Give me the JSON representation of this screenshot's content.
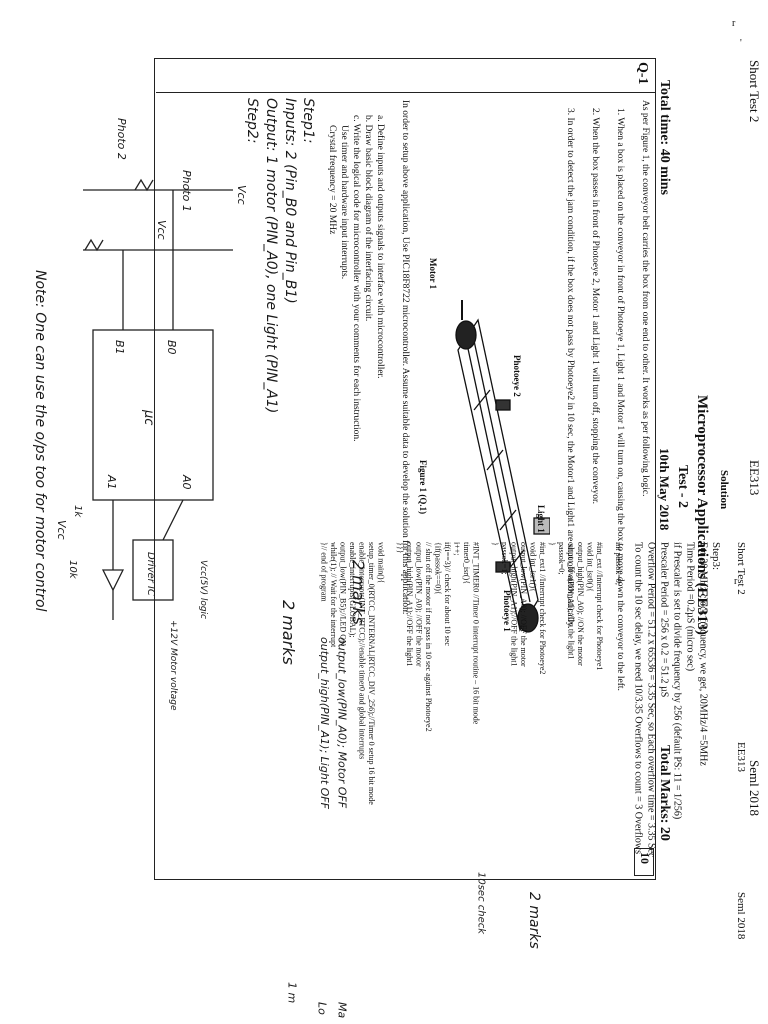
{
  "page1": {
    "header": {
      "left": "Short Test 2",
      "center": "EE313",
      "right": "Seml 2018"
    },
    "solution_label": "Solution",
    "title_lines": [
      "Microprocessor Applications (EE313)",
      "Test - 2",
      "10th May 2018"
    ],
    "total_time": "Total time: 40 mins",
    "total_marks": "Total Marks: 20",
    "question_id": "Q-1",
    "question_marks": "10",
    "intro": "As per Figure 1, the conveyor belt carries the box from one end to other. It works as per following logic.",
    "logic": [
      "1. When a box is placed on the conveyor in front of Photoeye 1, Light 1 and Motor 1 will turn on, causing the box to move down the conveyor to the left.",
      "2. When the box passes in front of Photoeye 2, Motor 1 and Light 1 will turn off, stopping the conveyor.",
      "3. In order to detect the jam condition, if the box does not pass by Photoeye2 in 10 sec, the Motor1 and Light1 are shut off automatically."
    ],
    "figure_labels": {
      "photoeye1": "Photoeye 1",
      "photoeye2": "Photoeye 2",
      "light1": "Light 1",
      "motor": "Motor 1",
      "caption": "Figure 1 (Q.1)"
    },
    "instructions_intro": "In order to setup above application, Use PIC18F8722 microcontroller. Assume suitable data to develop the solution for this application.",
    "instructions": [
      "a. Define inputs and outputs signals to interface with microcontroller.",
      "b. Draw basic block diagram of the interfacing circuit.",
      "c. Write the logical code for microcontroller with your comments for each instruction.",
      "Use timer and hardware input interrupts.",
      "Crystal frequency = 20 MHz"
    ],
    "handwritten": {
      "step1": "Step1:",
      "inputs": "Inputs: 2 (Pin_B0 and Pin_B1)",
      "output": "Output: 1 motor (PIN_A0), one Light (PIN_A1)",
      "step2": "Step2:",
      "note": "Note: One can use the o/ps too for motor control",
      "marks_a": "2 marks",
      "marks_b": "2 marks",
      "diagram": {
        "vcc1": "Vcc",
        "vcc2": "Vcc",
        "vcc3": "Vcc",
        "photo1": "Photo 1",
        "photo2": "Photo 2",
        "b0": "B0",
        "b1": "B1",
        "uc": "µc",
        "a0": "A0",
        "a1": "A1",
        "driver": "Driver IC",
        "vcc_logic": "Vcc(5V) logic",
        "motor_v": "+12V Motor voltage",
        "k1": "1k",
        "k10": "10k"
      }
    }
  },
  "page2": {
    "header": {
      "left": "Short Test 2",
      "center": "EE313",
      "right": "Seml 2018"
    },
    "step3": "Step3:",
    "calc": [
      "For 20 MHz clock frequency, we get, 20MHz/4 =5MHz",
      "Time Period =0.2µS (micro sec)",
      "if Prescaler is set to divide frequency by 256 (default PS: 11 = 1/256)",
      "Prescaler Period = 256 x 0.2 = 51.2 µS",
      "Overflow Period = 51.2 x 65536 = 3.35 Sec, so Each overflow time = 3.35 Sec",
      "To count the 10 sec delay, we need 10/3.35 Overflows to count = 3 Overflows"
    ],
    "code": [
      "int passok=0;",
      "",
      "#int_ext //Interrupt check for Photoeye1",
      "void int_isr0(){",
      "output_high(PIN_A0); //ON the motor",
      "output_low(PIN_A1);//On the light1",
      "passok=0;",
      "}",
      "#int_ext1 //Interrupt check for Photoeye2",
      "void int_isr1(){",
      "output_low(PIN_A0); //OFF the motor",
      "output_high(PIN_A1);//OFF the light1",
      "passok=1;",
      "}",
      "",
      "#INT_TIMER0 //Timer 0 interrupt routine – 16 bit mode",
      "timer0_isr(){",
      "i++;",
      "if(i==3)// check for about 10 sec",
      "{if(passok==0){",
      "// shut off the motor if not pass in 10 sec against Photoeye2",
      "output_low(PIN_A0); //OFF the motor",
      "output_high(PIN_A1);//OFF the light1",
      "}}}",
      "",
      "void main(){",
      "setup_timer_0(RTCC_INTERNAL|RTCC_DIV_256);//Timer 0 setup 16 bit mode",
      "enable_interrupts(INT_RTCC);//enable timer0 and global interrupts",
      "enable_interrupts(GLOBAL);",
      "output_low(PIN_B5);//LED ON",
      "while(1); // Wait for the interrupt",
      "}// end of program"
    ],
    "handwritten": {
      "marks_2": "2 marks",
      "sec10": "10sec check",
      "line1": "output_low(PIN_A0); Motor OFF",
      "line2": "output_high(PIN_A1); Light OFF",
      "edge1": "Ma",
      "edge2": "Lo",
      "edge3": "1 m"
    }
  },
  "corner_marks": [
    "r",
    "'",
    "r"
  ]
}
